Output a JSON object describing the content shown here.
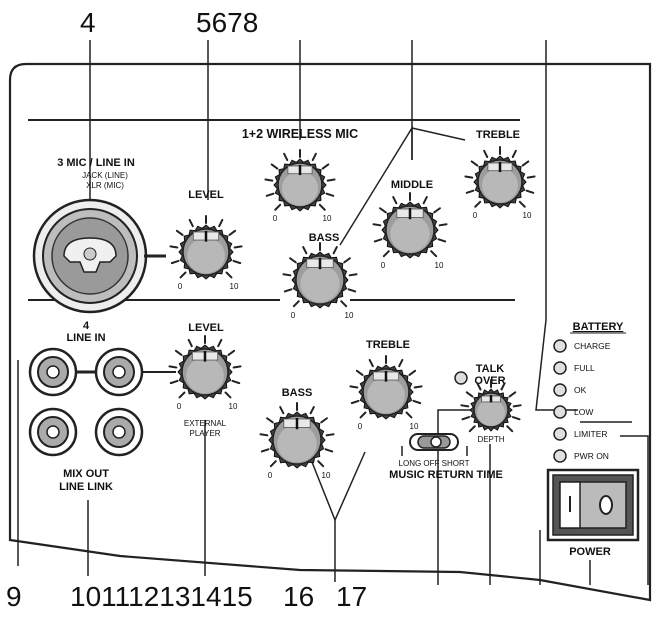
{
  "callouts": {
    "top_4": "4",
    "top_5678": "5678",
    "bottom_9": "9",
    "bottom_101112131415": "101112131415",
    "bottom_16": "16",
    "bottom_17": "17"
  },
  "labels": {
    "mic_line_in": "3 MIC / LINE IN",
    "jack_line": "JACK (LINE)",
    "xlr_mic": "XLR (MIC)",
    "level_top": "LEVEL",
    "wireless_mic": "1+2 WIRELESS MIC",
    "middle": "MIDDLE",
    "treble_top": "TREBLE",
    "bass_top": "BASS",
    "line_in_num": "4",
    "line_in": "LINE IN",
    "level_bottom": "LEVEL",
    "external": "EXTERNAL",
    "player": "PLAYER",
    "treble_bottom": "TREBLE",
    "bass_bottom": "BASS",
    "talk": "TALK",
    "over": "OVER",
    "depth": "DEPTH",
    "long_off_short": "LONG OFF SHORT",
    "music_return_time": "MUSIC RETURN TIME",
    "mix_out": "MIX OUT",
    "line_link": "LINE LINK",
    "power": "POWER",
    "battery": "BATTERY"
  },
  "battery_items": [
    "CHARGE",
    "FULL",
    "OK",
    "LOW"
  ],
  "status_items": [
    "LIMITER",
    "PWR ON"
  ],
  "ticks": {
    "min": "0",
    "max": "10"
  }
}
